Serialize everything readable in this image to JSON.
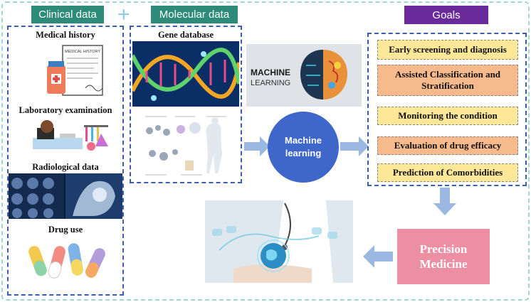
{
  "tags": {
    "clinical": "Clinical data",
    "plus": "+",
    "molecular": "Molecular data",
    "goals": "Goals"
  },
  "clinical": {
    "medical_history": "Medical history",
    "medical_report_text": "MEDICAL HISTORY",
    "laboratory": "Laboratory examination",
    "radiological": "Radiological data",
    "drug_use": "Drug use"
  },
  "molecular": {
    "gene_database": "Gene database"
  },
  "ml_image": {
    "line1": "MACHINE",
    "line2": "LEARNING"
  },
  "ml_circle": {
    "line1": "Machine",
    "line2": "learning"
  },
  "goals": {
    "items": [
      "Early screening and diagnosis",
      "Assisted Classification and Stratification",
      "Monitoring the condition",
      "Evaluation of drug efficacy",
      "Prediction of Comorbidities"
    ]
  },
  "outcome": {
    "line1": "Precision",
    "line2": "Medicine"
  },
  "colors": {
    "teal": "#2e8b7a",
    "purple": "#6a2a9a",
    "arrow": "#9bb8e3",
    "circle": "#3f66c9",
    "pink": "#ec8fa3",
    "goal_yellow": "#fde89a",
    "goal_orange": "#f7ba8c"
  }
}
